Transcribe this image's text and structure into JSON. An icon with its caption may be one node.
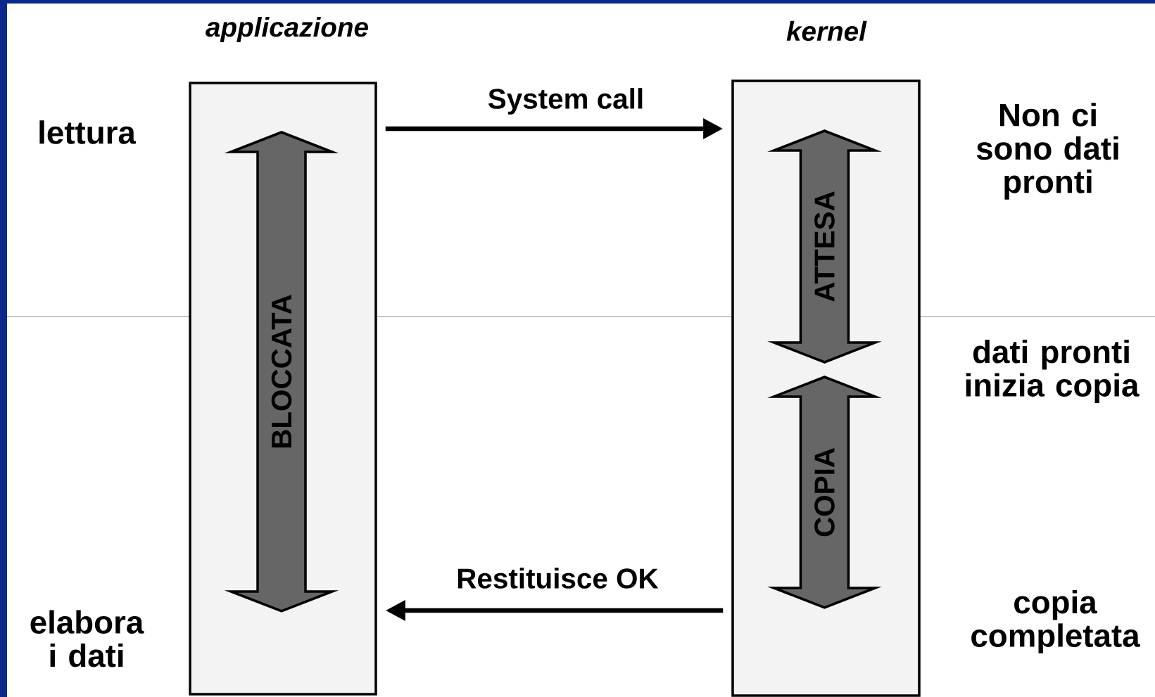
{
  "diagram": {
    "nodes": [
      {
        "text": [
          "applicazione"
        ]
      },
      {
        "text": [
          "BLOCCATA"
        ],
        "in": 0
      },
      {
        "text": [
          "kernel"
        ]
      },
      {
        "text": [
          "ATTESA"
        ],
        "in": 2
      },
      {
        "text": [
          "COPIA"
        ],
        "in": 2
      }
    ],
    "edges": [
      {
        "from": 0,
        "to": 2,
        "arrow": "to",
        "label": "System call"
      },
      {
        "from": 2,
        "to": 0,
        "arrow": "to",
        "label": "Restituisce OK"
      }
    ],
    "labels": [
      "lettura",
      "Non ci sono dati pronti",
      "dati pronti inizia copia",
      "elabora i dati",
      "copia completata"
    ]
  }
}
